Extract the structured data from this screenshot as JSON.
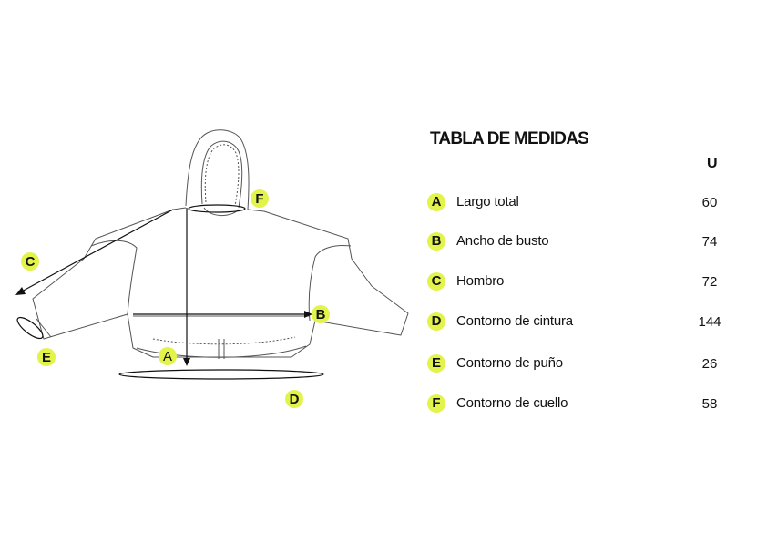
{
  "table": {
    "title": "TABLA DE MEDIDAS",
    "size_header": "U",
    "rows": [
      {
        "key": "A",
        "label": "Largo total",
        "value": "60"
      },
      {
        "key": "B",
        "label": "Ancho de busto",
        "value": "74"
      },
      {
        "key": "C",
        "label": "Hombro",
        "value": "72"
      },
      {
        "key": "D",
        "label": "Contorno de cintura",
        "value": "144"
      },
      {
        "key": "E",
        "label": "Contorno de puño",
        "value": "26"
      },
      {
        "key": "F",
        "label": "Contorno de cuello",
        "value": "58"
      }
    ]
  },
  "colors": {
    "marker": "#e2f34a",
    "line": "#555555",
    "arrow": "#111111"
  }
}
